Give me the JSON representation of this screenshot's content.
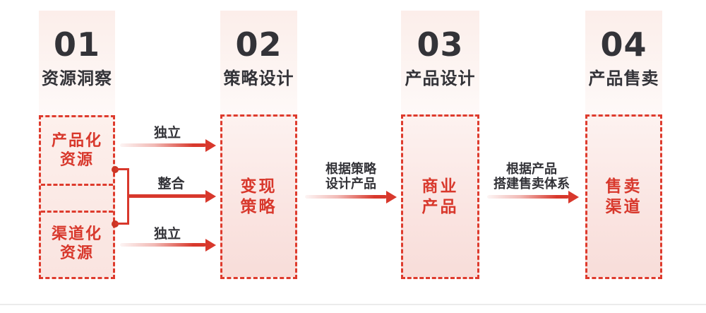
{
  "colors": {
    "accent_red": "#d8382c",
    "dashed_border_red": "#de3b2d",
    "dark_text": "#333338",
    "box_fill_top": "#fdf2f0",
    "box_fill_bottom": "#f8ddd9",
    "strip_top": "#fceeea",
    "bottom_divider": "#ebebeb"
  },
  "stages": [
    {
      "number": "01",
      "title": "资源洞察",
      "boxes": [
        [
          "产品化",
          "资源"
        ],
        [
          "渠道化",
          "资源"
        ]
      ]
    },
    {
      "number": "02",
      "title": "策略设计",
      "box": [
        "变现",
        "策略"
      ]
    },
    {
      "number": "03",
      "title": "产品设计",
      "box": [
        "商业",
        "产品"
      ]
    },
    {
      "number": "04",
      "title": "产品售卖",
      "box": [
        "售卖",
        "渠道"
      ]
    }
  ],
  "connectors": {
    "independent_top": "独立",
    "integrate": "整合",
    "independent_bottom": "独立",
    "strategy_note": [
      "根据策略",
      "设计产品"
    ],
    "product_note": [
      "根据产品",
      "搭建售卖体系"
    ]
  }
}
